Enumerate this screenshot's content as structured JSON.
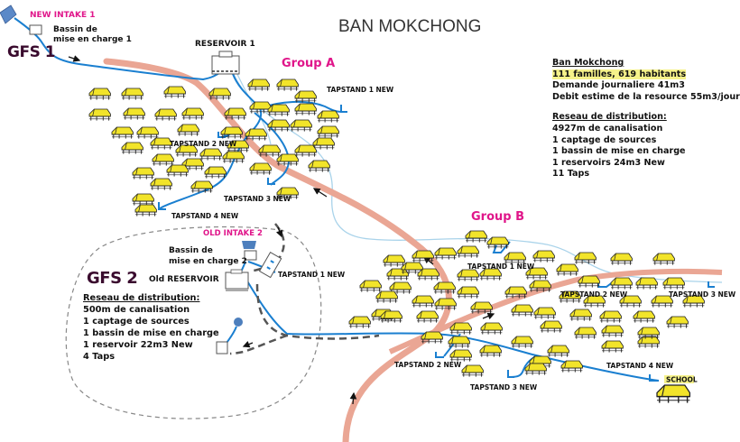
{
  "title": "BAN MOKCHONG",
  "colors": {
    "road": "#eaa694",
    "pipe": "#1a7fd0",
    "stream": "#a9d3ea",
    "house_roof": "#f2e42a",
    "accent_pink": "#e0168a",
    "gfs_label": "#3a0b2e",
    "highlight": "#f6f28a"
  },
  "labels": {
    "new_intake_1": "NEW INTAKE 1",
    "bassin_1_line1": "Bassin de",
    "bassin_1_line2": "mise en charge 1",
    "gfs1": "GFS 1",
    "reservoir_1": "RESERVOIR 1",
    "group_a": "Group A",
    "group_b": "Group B",
    "old_intake_2": "OLD INTAKE 2",
    "bassin_2_line1": "Bassin de",
    "bassin_2_line2": "mise en charge 2",
    "old_reservoir": "Old RESERVOIR",
    "gfs2": "GFS 2",
    "school": "SCHOOL"
  },
  "tapstands": {
    "group_a": [
      "TAPSTAND 1 NEW",
      "TAPSTAND 2 NEW",
      "TAPSTAND 3 NEW",
      "TAPSTAND 4 NEW"
    ],
    "gfs2": [
      "TAPSTAND 1 NEW"
    ],
    "group_b": [
      "TAPSTAND 1 NEW",
      "TAPSTAND 2 NEW",
      "TAPSTAND 3 NEW",
      "TAPSTAND 4 NEW"
    ],
    "lower": [
      "TAPSTAND 2 NEW",
      "TAPSTAND 3 NEW"
    ]
  },
  "info_main": {
    "heading": "Ban Mokchong",
    "population": "111 familles, 619 habitants",
    "demand": "Demande journaliere 41m3",
    "flow": "Debit estime de la resource 55m3/jour",
    "network_heading": "Reseau de distribution:",
    "network_items": [
      "4927m de canalisation",
      "1 captage de sources",
      "1 bassin de mise en charge",
      "1 reservoirs 24m3 New",
      "11 Taps"
    ]
  },
  "info_gfs2": {
    "network_heading": "Reseau de distribution:",
    "network_items": [
      "500m de canalisation",
      "1 captage de sources",
      "1 bassin de mise en charge",
      "1 reservoir 22m3 New",
      "4 Taps"
    ]
  }
}
